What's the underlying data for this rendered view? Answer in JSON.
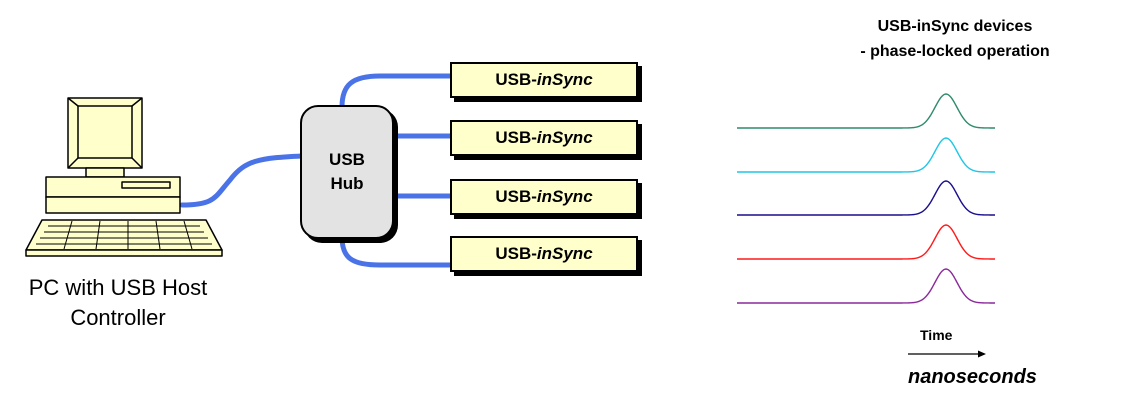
{
  "pc": {
    "caption_line1": "PC with USB Host",
    "caption_line2": "Controller"
  },
  "hub": {
    "line1": "USB",
    "line2": "Hub"
  },
  "devices": [
    {
      "prefix": "USB-",
      "name": "inSync"
    },
    {
      "prefix": "USB-",
      "name": "inSync"
    },
    {
      "prefix": "USB-",
      "name": "inSync"
    },
    {
      "prefix": "USB-",
      "name": "inSync"
    }
  ],
  "colors": {
    "cable": "#4a73e8",
    "device_fill": "#ffffcc",
    "hub_fill": "#e3e3e3",
    "pc_fill": "#ffffcc"
  },
  "chart_data": {
    "type": "line",
    "title_line1": "USB-inSync devices",
    "title_line2": "- phase-locked operation",
    "xlabel": "Time",
    "unit_label": "nanoseconds",
    "series": [
      {
        "color": "#2e8b6b"
      },
      {
        "color": "#1fc6e6"
      },
      {
        "color": "#1a0f8c"
      },
      {
        "color": "#ff1a1a"
      },
      {
        "color": "#8a2a9a"
      }
    ]
  }
}
